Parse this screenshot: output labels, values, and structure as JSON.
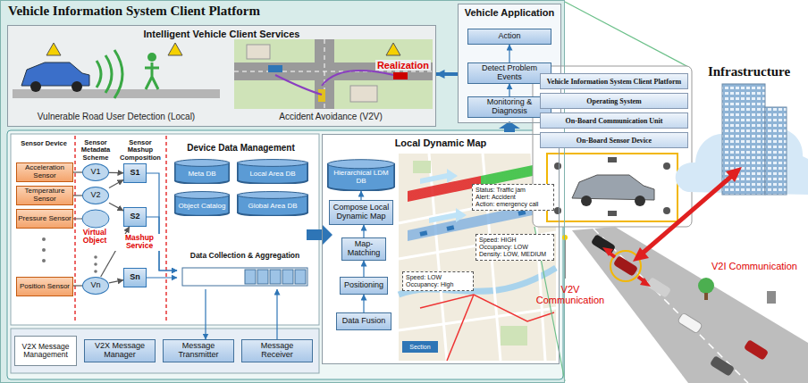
{
  "diagram": {
    "nodes": [
      {
        "text": [
          "Vehicle Information System Client Platform"
        ]
      },
      {
        "text": [
          "Intelligent Vehicle Client Services"
        ],
        "in": 0
      },
      {
        "text": [
          "Vehicle Application"
        ],
        "in": 0
      },
      {
        "text": [
          "Action"
        ],
        "in": 2
      },
      {
        "text": [
          "Detect Problem  Events"
        ],
        "in": 2
      },
      {
        "text": [
          "Monitoring & Diagnosis"
        ],
        "in": 2
      },
      {
        "text": [
          "Acceleration Sensor"
        ],
        "in": 0
      },
      {
        "text": [
          "Temperature Sensor"
        ],
        "in": 0
      },
      {
        "text": [
          "Pressure Sensor"
        ],
        "in": 0
      },
      {
        "text": [
          "Position Sensor"
        ],
        "in": 0
      },
      {
        "text": [
          "V1"
        ],
        "in": 0
      },
      {
        "text": [
          "V2"
        ],
        "in": 0
      },
      {
        "text": [
          "Vn"
        ],
        "in": 0
      },
      {
        "text": [
          "S1"
        ],
        "in": 0
      },
      {
        "text": [
          "S2"
        ],
        "in": 0
      },
      {
        "text": [
          "Sn"
        ],
        "in": 0
      },
      {
        "text": [
          "Meta DB"
        ],
        "in": 0
      },
      {
        "text": [
          "Local Area DB"
        ],
        "in": 0
      },
      {
        "text": [
          "Object Catalog"
        ],
        "in": 0
      },
      {
        "text": [
          "Global Area DB"
        ],
        "in": 0
      },
      {
        "text": [
          "Data Collection & Aggregation"
        ],
        "in": 0
      },
      {
        "text": [
          "V2X Message Management"
        ],
        "in": 0
      },
      {
        "text": [
          "V2X Message Manager"
        ],
        "in": 0
      },
      {
        "text": [
          "Message Transmitter"
        ],
        "in": 0
      },
      {
        "text": [
          "Message Receiver"
        ],
        "in": 0
      },
      {
        "text": [
          "Local Dynamic Map"
        ],
        "in": 0
      },
      {
        "text": [
          "Hierarchical LDM DB"
        ],
        "in": 25
      },
      {
        "text": [
          "Compose Local Dynamic Map"
        ],
        "in": 25
      },
      {
        "text": [
          "Map-Matching"
        ],
        "in": 25
      },
      {
        "text": [
          "Positioning"
        ],
        "in": 25
      },
      {
        "text": [
          "Data Fusion"
        ],
        "in": 25
      },
      {
        "text": [
          "Status: Traffic jam",
          "Alert: Accident",
          "Action: emergency call"
        ],
        "in": 25
      },
      {
        "text": [
          "Speed: HIGH",
          "Occupancy: LOW",
          "Density: LOW, MEDIUM"
        ],
        "in": 25
      },
      {
        "text": [
          "Speed: LOW",
          "Occupancy: High"
        ],
        "in": 25
      },
      {
        "text": [
          "Section"
        ],
        "in": 25
      },
      {
        "text": [
          "Vehicle Information System Client Platform"
        ]
      },
      {
        "text": [
          "Operating System"
        ]
      },
      {
        "text": [
          "On-Board Communication Unit"
        ]
      },
      {
        "text": [
          "On-Board Sensor Device"
        ]
      }
    ],
    "edges": [
      {
        "from": 2,
        "to": 1,
        "arrow": "to",
        "label": "Realization"
      },
      {
        "from": 5,
        "to": 4,
        "arrow": "to"
      },
      {
        "from": 4,
        "to": 3,
        "arrow": "to"
      },
      {
        "from": 6,
        "to": 10,
        "arrow": "none"
      },
      {
        "from": 7,
        "to": 11,
        "arrow": "none"
      },
      {
        "from": 9,
        "to": 12,
        "arrow": "none"
      },
      {
        "from": 10,
        "to": 13,
        "arrow": "to"
      },
      {
        "from": 11,
        "to": 13,
        "arrow": "to"
      },
      {
        "from": 11,
        "to": 14,
        "arrow": "to"
      },
      {
        "from": 12,
        "to": 14,
        "arrow": "to"
      },
      {
        "from": 12,
        "to": 15,
        "arrow": "to"
      },
      {
        "from": 13,
        "to": 20,
        "arrow": "to"
      },
      {
        "from": 14,
        "to": 20,
        "arrow": "to"
      },
      {
        "from": 15,
        "to": 20,
        "arrow": "to"
      },
      {
        "from": 20,
        "to": 23,
        "arrow": "to"
      },
      {
        "from": 24,
        "to": 20,
        "arrow": "to"
      },
      {
        "from": 30,
        "to": 29,
        "arrow": "to"
      },
      {
        "from": 29,
        "to": 28,
        "arrow": "to"
      },
      {
        "from": 28,
        "to": 27,
        "arrow": "to"
      },
      {
        "from": 27,
        "to": 26,
        "arrow": "to"
      }
    ],
    "labels": [
      "Vulnerable Road User Detection (Local)",
      "Accident Avoidance (V2V)",
      "Sensor Device",
      "Sensor Metadata Scheme",
      "Sensor Mashup Composition",
      "Device Data Management",
      "Virtual Object",
      "Mashup Service",
      "Infrastructure",
      "V2I Communication",
      "V2V Communication"
    ]
  }
}
